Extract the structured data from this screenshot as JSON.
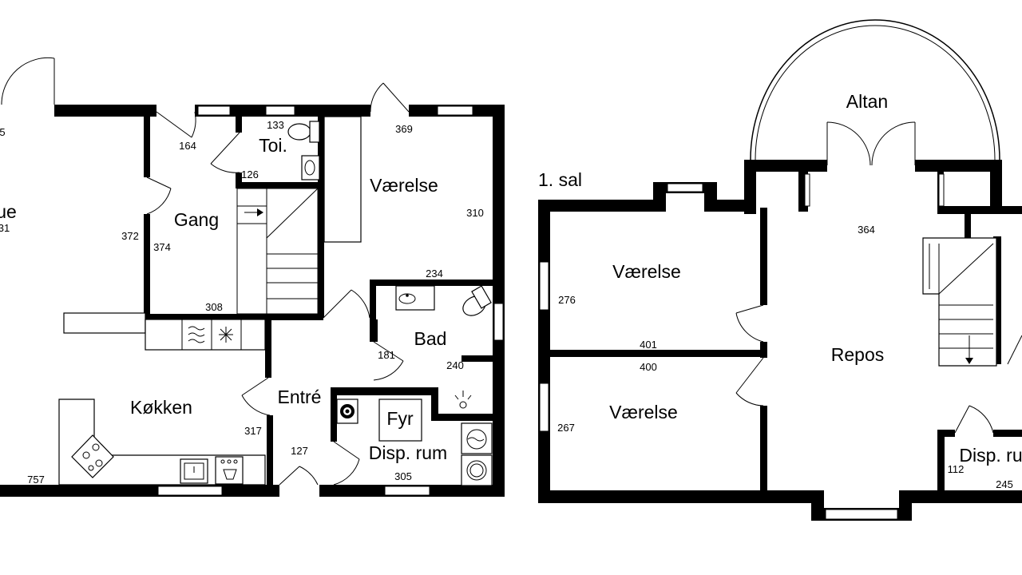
{
  "floor_label": "1. sal",
  "rooms": {
    "partial_left": "ue",
    "gang": "Gang",
    "toilet": "Toi.",
    "vaerelse_ground": "Værelse",
    "bad": "Bad",
    "koekken": "Køkken",
    "entre": "Entré",
    "fyr": "Fyr",
    "disp_ground": "Disp. rum",
    "altan": "Altan",
    "vaerelse_upper_1": "Værelse",
    "vaerelse_upper_2": "Værelse",
    "repos": "Repos",
    "disp_upper": "Disp. ru"
  },
  "dimensions": {
    "d_5": "5",
    "d_31": "31",
    "d_164": "164",
    "d_133": "133",
    "d_126": "126",
    "d_369": "369",
    "d_310": "310",
    "d_372": "372",
    "d_374": "374",
    "d_308": "308",
    "d_234": "234",
    "d_181": "181",
    "d_240": "240",
    "d_317": "317",
    "d_127": "127",
    "d_757": "757",
    "d_305": "305",
    "d_364": "364",
    "d_276": "276",
    "d_401": "401",
    "d_400": "400",
    "d_267": "267",
    "d_112": "112",
    "d_245": "245"
  },
  "icons": [
    "washbasin-icon",
    "toilet-icon",
    "stove-icon",
    "sink-icon",
    "dishwasher-icon",
    "fridge-icon",
    "freezer-icon",
    "washing-machine-icon",
    "dryer-icon",
    "boiler-icon",
    "lamp-icon",
    "stair-arrow-icon"
  ]
}
